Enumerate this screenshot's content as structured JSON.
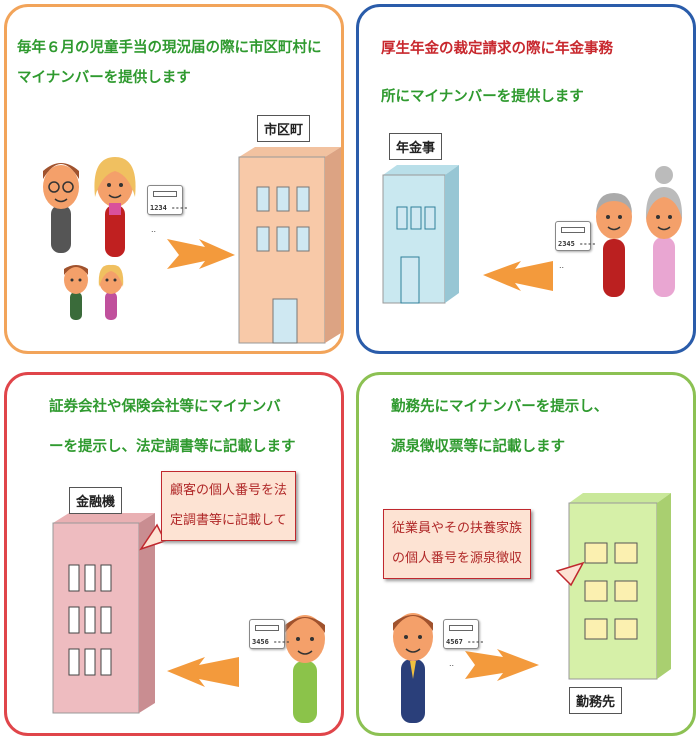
{
  "panels": {
    "p1": {
      "caption": [
        "毎年６月の児童手当の現況届の際に市区町村に",
        "マイナンバーを提供します"
      ],
      "building": "市区町",
      "card": "1234 ----",
      "dots": "..",
      "colors": {
        "border": "#f2a45a",
        "text": "#2f9a2f"
      }
    },
    "p2": {
      "caption": [
        "厚生年金の裁定請求の際に年金事務",
        "所にマイナンバーを提供します"
      ],
      "building": "年金事",
      "card": "2345 ----",
      "dots": "..",
      "colors": {
        "border": "#2a5caa"
      }
    },
    "p3": {
      "caption": [
        "証券会社や保険会社等にマイナンバ",
        "ーを提示し、法定調書等に記載します"
      ],
      "building": "金融機",
      "callout": [
        "顧客の個人番号を法",
        "定調書等に記載して"
      ],
      "card": "3456 ----",
      "colors": {
        "border": "#e0454a"
      }
    },
    "p4": {
      "caption": [
        "勤務先にマイナンバーを提示し、",
        "源泉徴収票等に記載します"
      ],
      "building": "勤務先",
      "callout": [
        "従業員やその扶養家族",
        "の個人番号を源泉徴収"
      ],
      "card": "4567 ----",
      "dots": "..",
      "colors": {
        "border": "#8cc153"
      }
    }
  }
}
